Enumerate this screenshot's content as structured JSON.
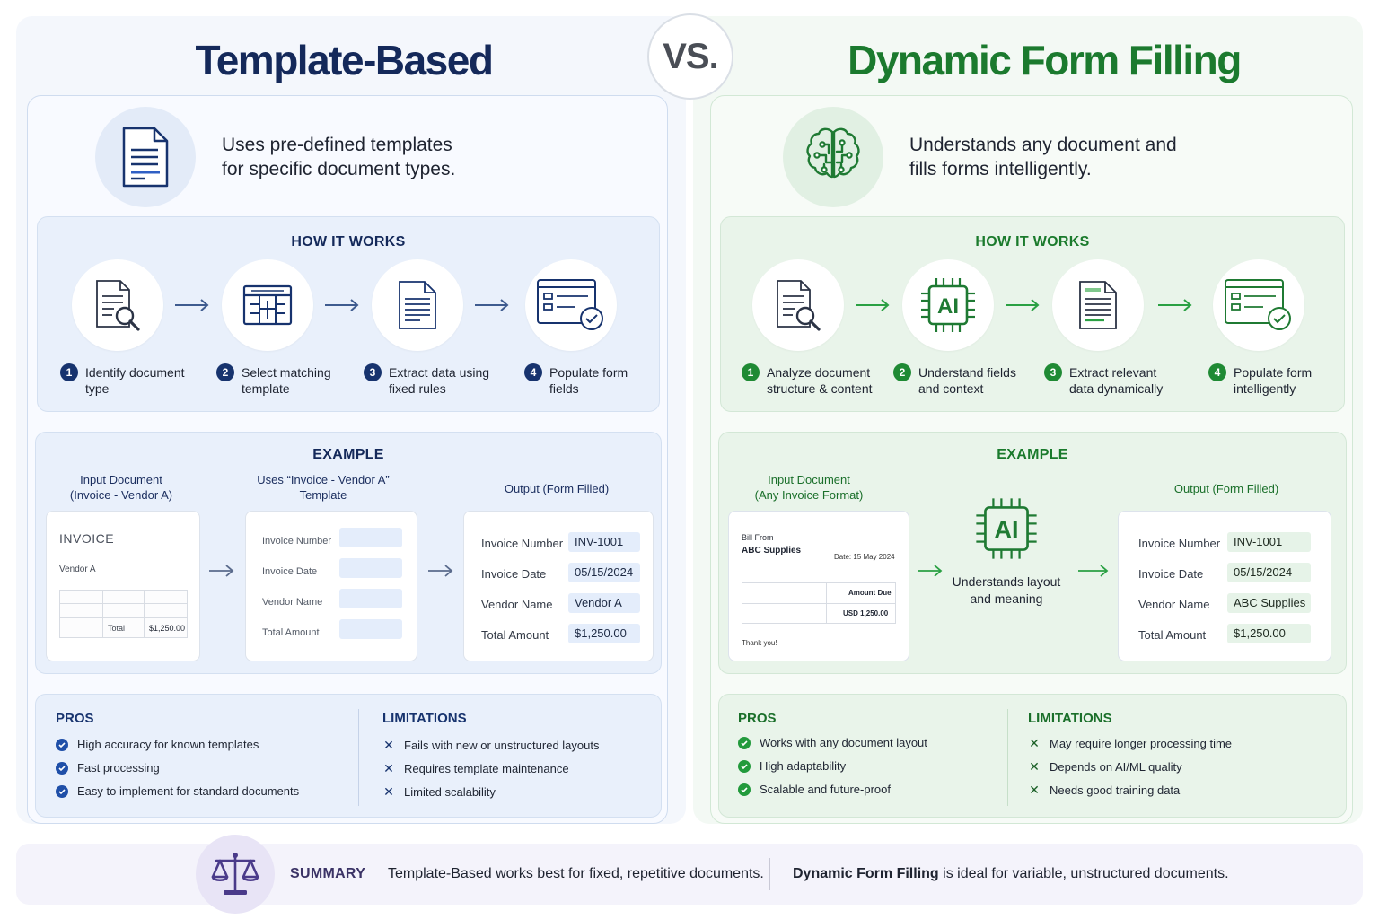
{
  "vs_label": "VS.",
  "left": {
    "title": "Template-Based",
    "intro": "Uses pre-defined templates\nfor specific document types.",
    "how_title": "HOW IT WORKS",
    "steps": [
      {
        "num": "1",
        "text": "Identify document\ntype",
        "icon": "document-search-icon"
      },
      {
        "num": "2",
        "text": "Select matching\ntemplate",
        "icon": "template-grid-icon"
      },
      {
        "num": "3",
        "text": "Extract data using\nfixed rules",
        "icon": "document-lines-icon"
      },
      {
        "num": "4",
        "text": "Populate form\nfields",
        "icon": "form-check-icon"
      }
    ],
    "example": {
      "title": "EXAMPLE",
      "input_head": "Input Document\n(Invoice - Vendor A)",
      "template_head": "Uses “Invoice - Vendor A”\nTemplate",
      "output_head": "Output (Form Filled)",
      "invoice": {
        "title": "INVOICE",
        "vendor": "Vendor A",
        "total_label": "Total",
        "total_value": "$1,250.00"
      },
      "template_fields": [
        "Invoice Number",
        "Invoice Date",
        "Vendor Name",
        "Total Amount"
      ],
      "output_rows": [
        {
          "label": "Invoice Number",
          "value": "INV-1001"
        },
        {
          "label": "Invoice Date",
          "value": "05/15/2024"
        },
        {
          "label": "Vendor Name",
          "value": "Vendor A"
        },
        {
          "label": "Total Amount",
          "value": "$1,250.00"
        }
      ]
    },
    "pros_title": "PROS",
    "pros": [
      "High accuracy for known templates",
      "Fast processing",
      "Easy to implement for standard documents"
    ],
    "limits_title": "LIMITATIONS",
    "limits": [
      "Fails with new or unstructured layouts",
      "Requires template maintenance",
      "Limited scalability"
    ]
  },
  "right": {
    "title": "Dynamic Form Filling",
    "intro": "Understands any document and\nfills forms intelligently.",
    "how_title": "HOW IT WORKS",
    "steps": [
      {
        "num": "1",
        "text": "Analyze document\nstructure & content",
        "icon": "document-search-icon"
      },
      {
        "num": "2",
        "text": "Understand fields\nand context",
        "icon": "ai-chip-icon"
      },
      {
        "num": "3",
        "text": "Extract relevant\ndata dynamically",
        "icon": "document-lines-icon"
      },
      {
        "num": "4",
        "text": "Populate form\nintelligently",
        "icon": "form-check-icon"
      }
    ],
    "example": {
      "title": "EXAMPLE",
      "input_head": "Input Document\n(Any Invoice Format)",
      "middle_text": "Understands layout\nand meaning",
      "ai_label": "AI",
      "output_head": "Output (Form Filled)",
      "invoice": {
        "bill_from": "Bill From",
        "company": "ABC Supplies",
        "date": "Date: 15 May 2024",
        "amount_due_label": "Amount Due",
        "amount_due_value": "USD 1,250.00",
        "thanks": "Thank you!"
      },
      "output_rows": [
        {
          "label": "Invoice Number",
          "value": "INV-1001"
        },
        {
          "label": "Invoice Date",
          "value": "05/15/2024"
        },
        {
          "label": "Vendor Name",
          "value": "ABC Supplies"
        },
        {
          "label": "Total Amount",
          "value": "$1,250.00"
        }
      ]
    },
    "pros_title": "PROS",
    "pros": [
      "Works with any document layout",
      "High adaptability",
      "Scalable and future-proof"
    ],
    "limits_title": "LIMITATIONS",
    "limits": [
      "May require longer processing time",
      "Depends on AI/ML quality",
      "Needs good training data"
    ]
  },
  "summary": {
    "title": "SUMMARY",
    "left_text": "Template-Based works best for fixed, repetitive documents.",
    "right_bold": "Dynamic Form Filling",
    "right_text": " is ideal for variable, unstructured documents."
  },
  "colors": {
    "navy": "#14295a",
    "green": "#1b7a2e",
    "summary_purple": "#3b3366"
  }
}
